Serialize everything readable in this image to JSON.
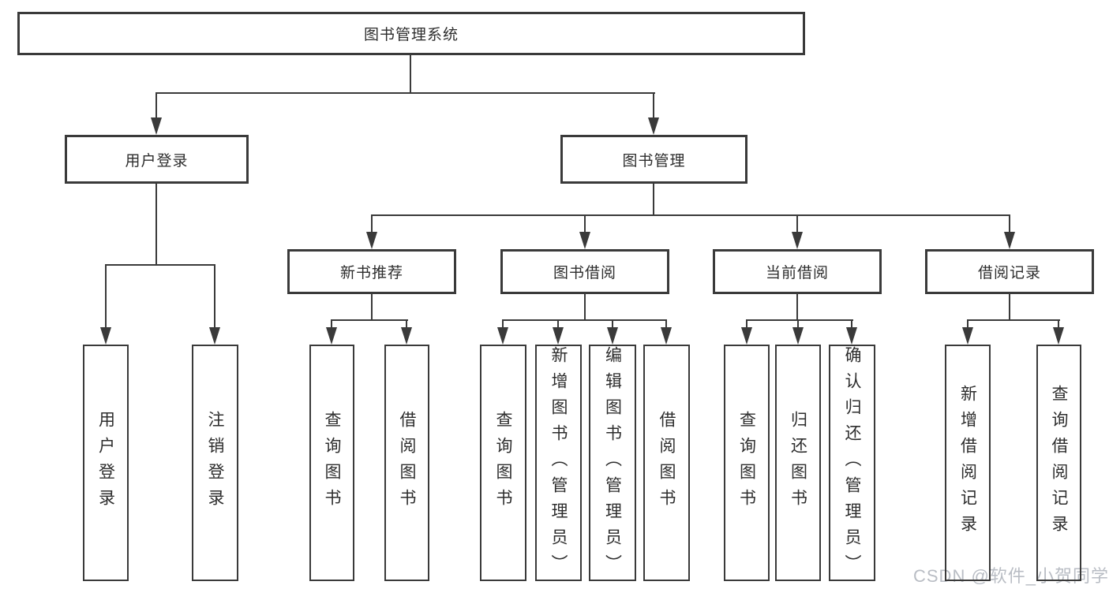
{
  "colors": {
    "line": "#3a3a3a",
    "text": "#2d2d2d",
    "box_fill": "#ffffff",
    "watermark": "#b9bdc4"
  },
  "tree": {
    "root": {
      "label": "图书管理系统"
    },
    "user_branch": {
      "label": "用户登录",
      "children": [
        {
          "label": "用户登录"
        },
        {
          "label": "注销登录"
        }
      ]
    },
    "book_branch": {
      "label": "图书管理",
      "sections": [
        {
          "label": "新书推荐",
          "children": [
            {
              "label": "查询图书"
            },
            {
              "label": "借阅图书"
            }
          ]
        },
        {
          "label": "图书借阅",
          "children": [
            {
              "label": "查询图书"
            },
            {
              "label": "新增图书（管理员）"
            },
            {
              "label": "编辑图书（管理员）"
            },
            {
              "label": "借阅图书"
            }
          ]
        },
        {
          "label": "当前借阅",
          "children": [
            {
              "label": "查询图书"
            },
            {
              "label": "归还图书"
            },
            {
              "label": "确认归还（管理员）"
            }
          ]
        },
        {
          "label": "借阅记录",
          "children": [
            {
              "label": "新增借阅记录"
            },
            {
              "label": "查询借阅记录"
            }
          ]
        }
      ]
    }
  },
  "watermark": {
    "text": "CSDN @软件_小贺同学"
  }
}
